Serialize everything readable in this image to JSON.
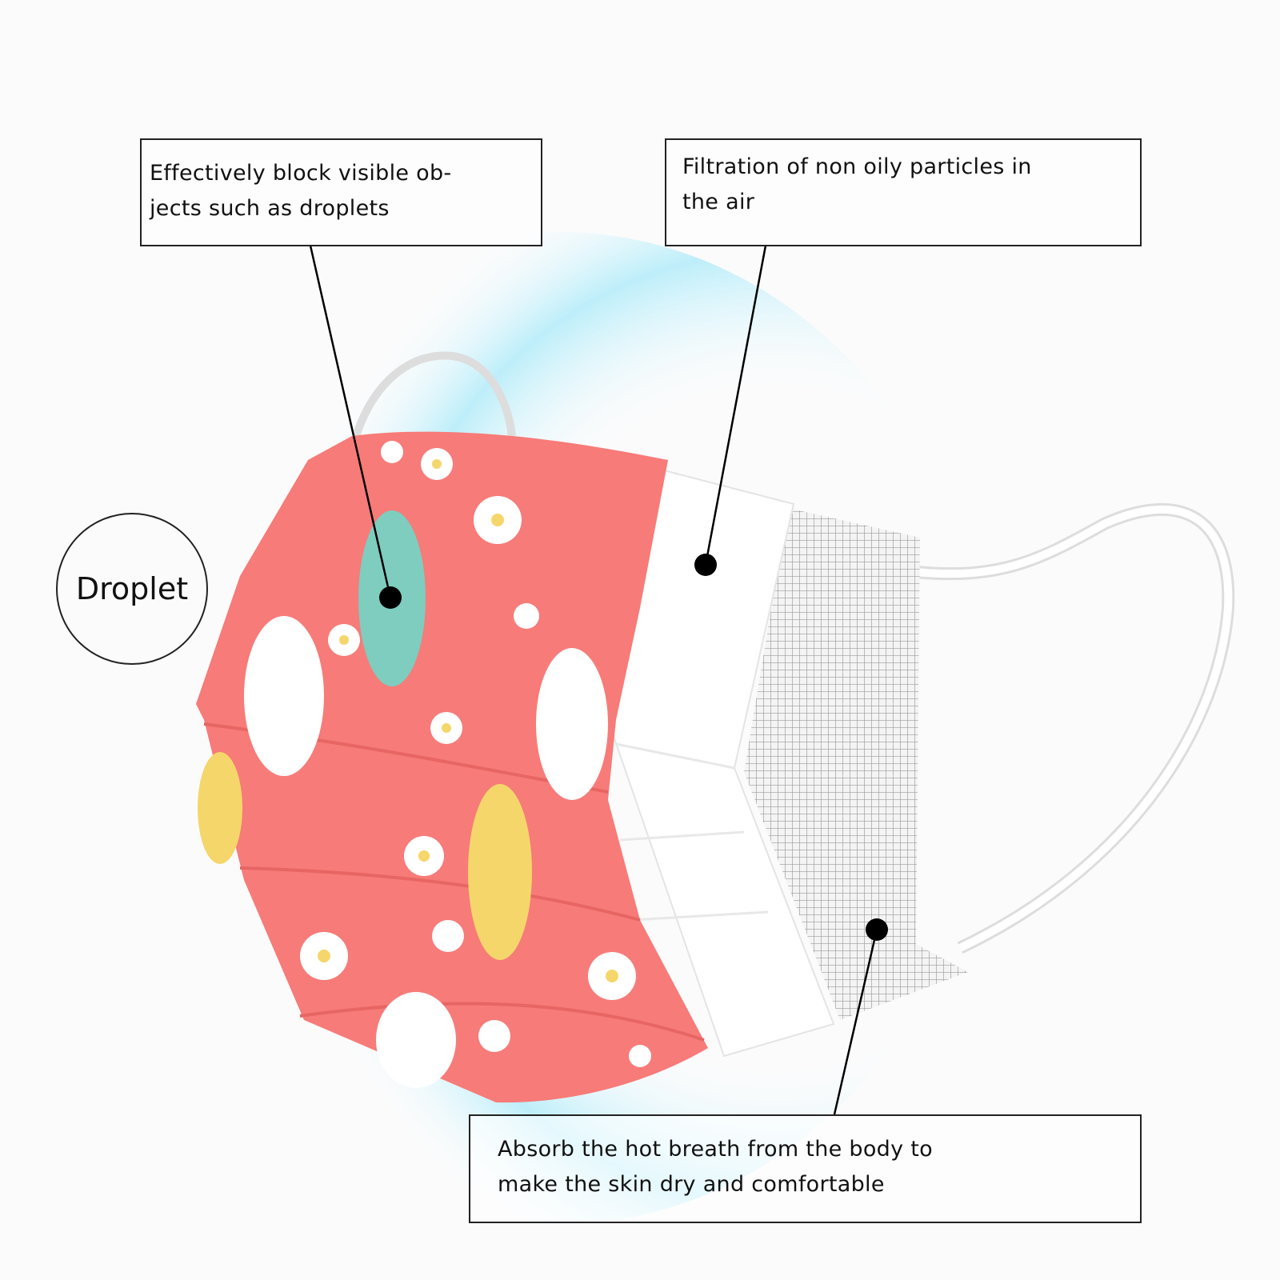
{
  "callouts": {
    "outer_layer": {
      "line1": "Effectively block visible ob-",
      "line2": "jects such as droplets"
    },
    "middle_layer": {
      "line1": "Filtration of non oily particles in",
      "line2": "the air"
    },
    "inner_layer": {
      "line1": "Absorb the hot breath from the body to",
      "line2": "make the skin dry and comfortable"
    }
  },
  "droplet_label": "Droplet",
  "colors": {
    "mask_pink": "#f77b78",
    "teal": "#4dbfa5",
    "yellow": "#f5d66a",
    "droplet_blue": "#bdeefa"
  }
}
